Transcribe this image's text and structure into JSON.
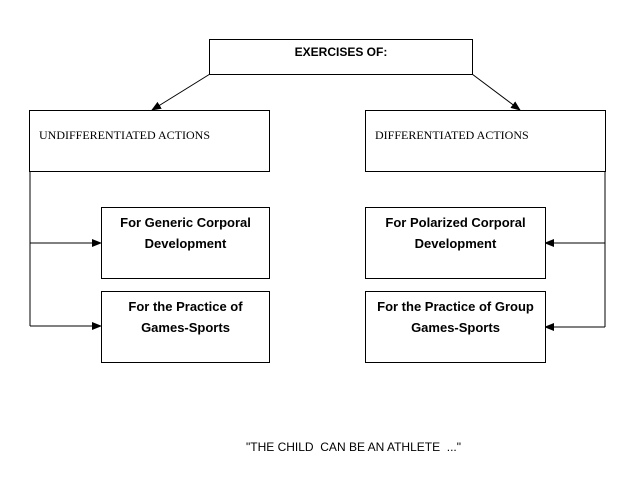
{
  "diagram": {
    "title": "EXERCISES OF:",
    "left_branch": {
      "heading": "UNDIFFERENTIATED ACTIONS",
      "children": [
        "For Generic Corporal Development",
        "For the Practice of Games-Sports"
      ]
    },
    "right_branch": {
      "heading": "DIFFERENTIATED ACTIONS",
      "children": [
        "For Polarized Corporal Development",
        "For the Practice of Group Games-Sports"
      ]
    },
    "caption": "\"THE CHILD  CAN BE AN ATHLETE  ...\""
  },
  "colors": {
    "line": "#000000",
    "background": "#ffffff"
  }
}
